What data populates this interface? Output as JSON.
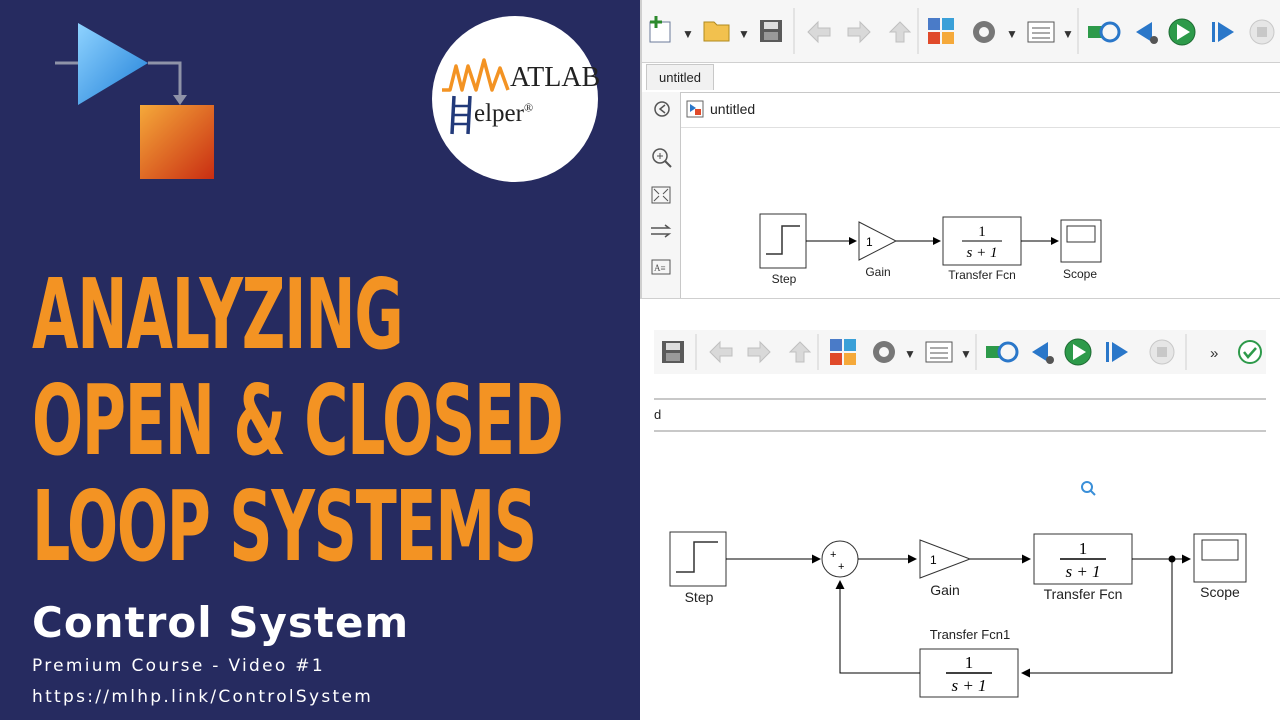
{
  "thumbnail": {
    "headline_lines": [
      "ANALYZING",
      "OPEN & CLOSED",
      "LOOP SYSTEMS"
    ],
    "subtitle": "Control System",
    "course_line": "Premium Course - Video #1",
    "link": "https://mlhp.link/ControlSystem",
    "colors": {
      "background": "#262b60",
      "headline": "#f39323",
      "text": "#ffffff"
    }
  },
  "logo": {
    "line1": "ATLAB",
    "line2": "elper",
    "registered": "®"
  },
  "window1": {
    "tab": "untitled",
    "breadcrumb": "untitled",
    "blocks": {
      "step": "Step",
      "gain": "Gain",
      "gain_value": "1",
      "tf": "Transfer Fcn",
      "tf_num": "1",
      "tf_den": "s + 1",
      "scope": "Scope"
    }
  },
  "window2": {
    "breadcrumb": "d",
    "more": "»",
    "blocks": {
      "step": "Step",
      "gain": "Gain",
      "gain_value": "1",
      "tf": "Transfer Fcn",
      "tf_num": "1",
      "tf_den": "s + 1",
      "scope": "Scope",
      "feedback_tf": "Transfer Fcn1",
      "feedback_num": "1",
      "feedback_den": "s + 1",
      "sum_plus_top": "+",
      "sum_plus_bottom": "+"
    }
  },
  "icons": [
    "new-model-icon",
    "open-folder-icon",
    "save-icon",
    "back-arrow-icon",
    "forward-arrow-icon",
    "up-arrow-icon",
    "library-browser-icon",
    "settings-gear-icon",
    "model-explorer-icon",
    "update-diagram-icon",
    "step-back-icon",
    "run-icon",
    "step-forward-icon",
    "stop-icon",
    "zoom-icon",
    "fit-view-icon",
    "arrow-route-icon",
    "annotation-icon",
    "checkmark-icon"
  ]
}
